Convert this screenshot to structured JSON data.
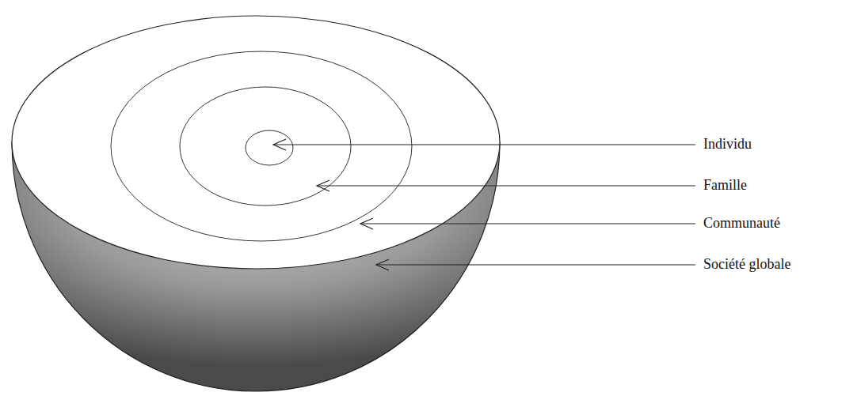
{
  "diagram": {
    "labels": [
      "Individu",
      "Famille",
      "Communauté",
      "Société globale"
    ]
  }
}
